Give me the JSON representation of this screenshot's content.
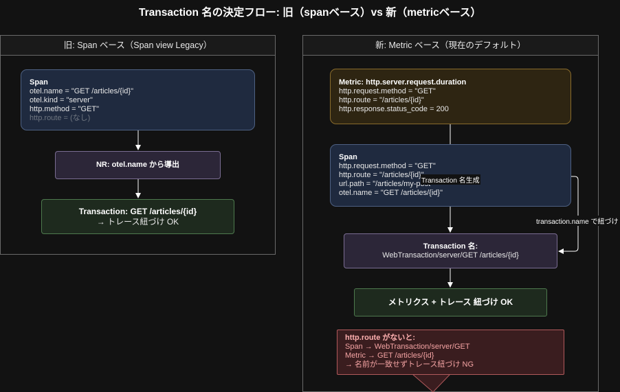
{
  "title": "Transaction 名の決定フロー: 旧（spanベース）vs 新（metricベース）",
  "left_panel": {
    "heading": "旧: Span ベース（Span view Legacy）",
    "span_box": {
      "head": "Span",
      "lines": [
        "otel.name = \"GET /articles/{id}\"",
        "otel.kind = \"server\"",
        "http.method = \"GET\""
      ],
      "dim_line": "http.route = (なし)"
    },
    "nr_box": "NR: otel.name から導出",
    "tx_box": {
      "line1": "Transaction: GET /articles/{id}",
      "line2": "→ トレース紐づけ OK"
    }
  },
  "right_panel": {
    "heading": "新: Metric ベース（現在のデフォルト）",
    "metric_box": {
      "head": "Metric: http.server.request.duration",
      "lines": [
        "http.request.method = \"GET\"",
        "http.route = \"/articles/{id}\"",
        "http.response.status_code = 200"
      ]
    },
    "span_box": {
      "head": "Span",
      "lines": [
        "http.request.method = \"GET\"",
        "http.route = \"/articles/{id}\"",
        "url.path = \"/articles/my-post\"",
        "otel.name = \"GET /articles/{id}\""
      ]
    },
    "edge_label_generate": "Transaction 名生成",
    "edge_label_link": "transaction.name で紐づけ",
    "tx_name_box": {
      "line1": "Transaction 名:",
      "line2": "WebTransaction/server/GET /articles/{id}"
    },
    "result_box": "メトリクス + トレース 紐づけ OK",
    "warning": {
      "head": "http.route がないと:",
      "lines": [
        "Span → WebTransaction/server/GET",
        "Metric → GET /articles/{id}",
        "→ 名前が一致せずトレース紐づけ NG"
      ]
    }
  },
  "colors": {
    "background": "#121212",
    "span_fill": "#1f2a3f",
    "purple_fill": "#2c2638",
    "green_fill": "#1e2a1e",
    "amber_fill": "#2e2512",
    "warning_fill": "#3a1d1f"
  }
}
